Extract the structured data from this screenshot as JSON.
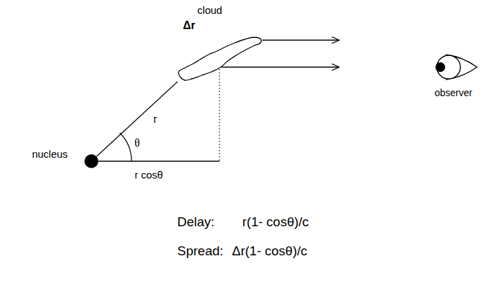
{
  "diagram": {
    "nodes": [
      {
        "text": [
          "cloud",
          "Δr"
        ]
      },
      {
        "text": [
          "nucleus"
        ]
      },
      {
        "text": [
          "observer"
        ]
      }
    ],
    "edges": [
      {
        "from": 1,
        "to": 0,
        "arrow": "none",
        "label": "r"
      }
    ],
    "labels": [
      "θ",
      "r cosθ",
      "Delay:",
      "r(1- cosθ)/c",
      "Spread:",
      "Δr(1- cosθ)/c"
    ]
  }
}
